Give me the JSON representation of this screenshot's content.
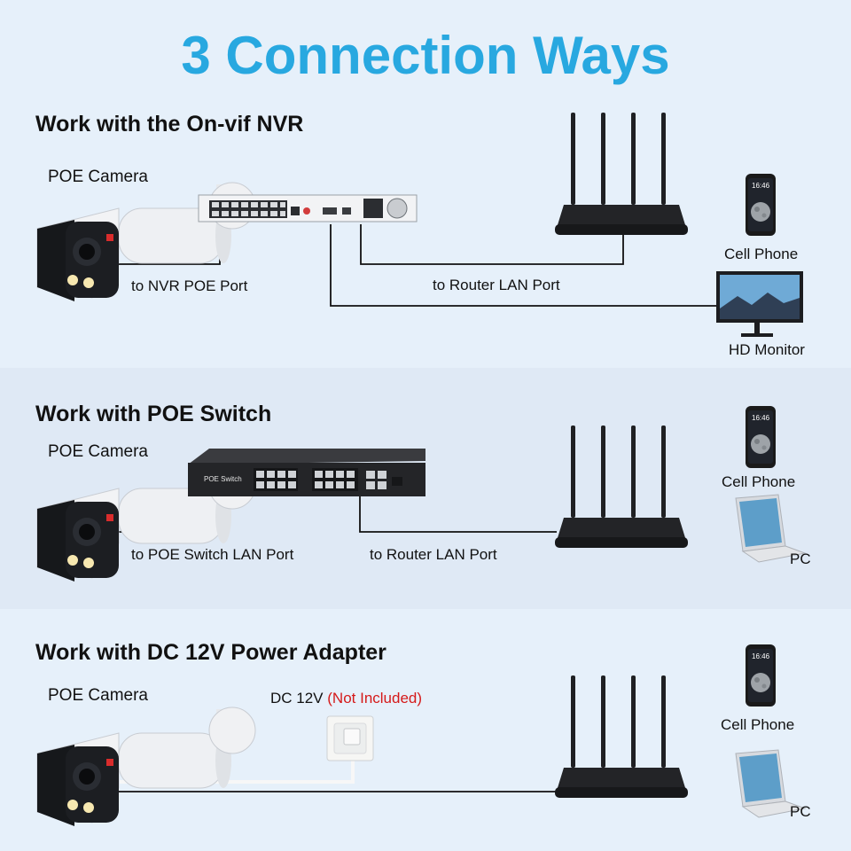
{
  "title": "3 Connection Ways",
  "sections": [
    {
      "heading": "Work with the On-vif NVR",
      "camera_label": "POE Camera",
      "links": [
        "to NVR POE Port",
        "to Router LAN Port"
      ],
      "devices": [
        "Cell Phone",
        "HD Monitor"
      ]
    },
    {
      "heading": "Work with POE Switch",
      "camera_label": "POE Camera",
      "switch_label": "POE Switch",
      "links": [
        "to POE Switch LAN Port",
        "to Router LAN Port"
      ],
      "devices": [
        "Cell Phone",
        "PC"
      ]
    },
    {
      "heading": "Work with DC 12V Power Adapter",
      "camera_label": "POE Camera",
      "power_label": "DC 12V",
      "power_note": "(Not Included)",
      "devices": [
        "Cell Phone",
        "PC"
      ]
    }
  ],
  "phone_time": "16:46",
  "colors": {
    "title": "#28a8e0",
    "note": "#d51a1a",
    "band_light": "#e6f0fa",
    "band_mid": "#dfe9f5"
  }
}
